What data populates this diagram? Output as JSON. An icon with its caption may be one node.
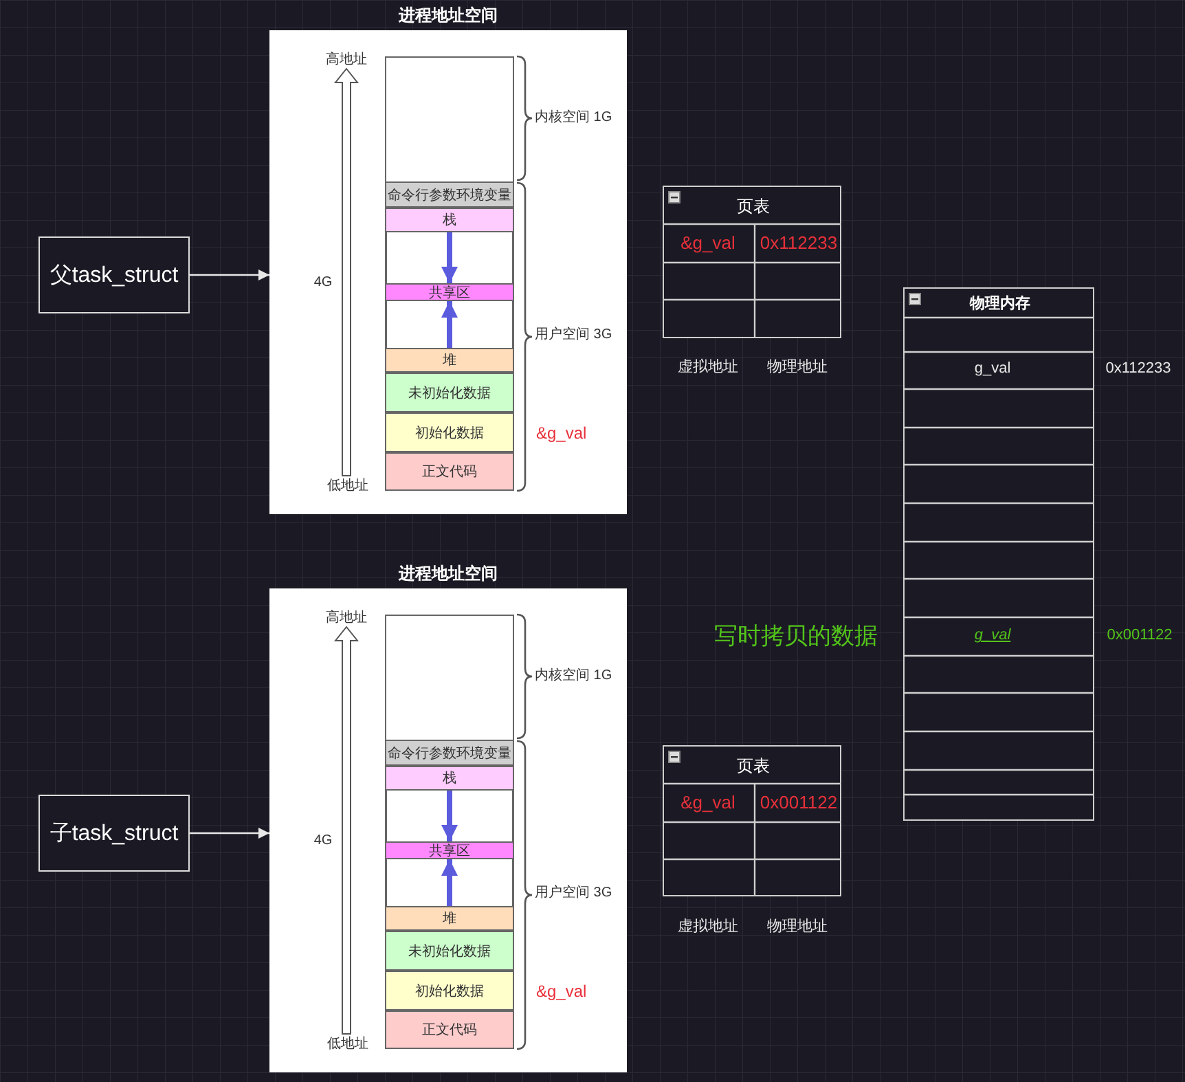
{
  "diagram": {
    "nodes": [
      {
        "text": [
          "父task_struct"
        ]
      },
      {
        "text": [
          "进程地址空间"
        ]
      },
      {
        "text": [],
        "shape": "box",
        "in": 1
      },
      {
        "text": [
          "命令行参数环境变量"
        ],
        "in": 1
      },
      {
        "text": [
          "栈"
        ],
        "in": 1
      },
      {
        "text": [
          "共享区"
        ],
        "in": 1
      },
      {
        "text": [
          "堆"
        ],
        "in": 1
      },
      {
        "text": [
          "未初始化数据"
        ],
        "in": 1
      },
      {
        "text": [
          "初始化数据"
        ],
        "in": 1
      },
      {
        "text": [
          "正文代码"
        ],
        "in": 1
      },
      {
        "text": [
          "页表"
        ]
      },
      {
        "text": [
          "物理内存"
        ],
        "beside": [
          "0x112233",
          "0x001122"
        ]
      },
      {
        "text": [
          "子task_struct"
        ]
      },
      {
        "text": [
          "进程地址空间"
        ]
      },
      {
        "text": [],
        "shape": "box",
        "in": 13
      },
      {
        "text": [
          "命令行参数环境变量"
        ],
        "in": 13
      },
      {
        "text": [
          "栈"
        ],
        "in": 13
      },
      {
        "text": [
          "共享区"
        ],
        "in": 13
      },
      {
        "text": [
          "堆"
        ],
        "in": 13
      },
      {
        "text": [
          "未初始化数据"
        ],
        "in": 13
      },
      {
        "text": [
          "初始化数据"
        ],
        "in": 13
      },
      {
        "text": [
          "正文代码"
        ],
        "in": 13
      },
      {
        "text": [
          "页表"
        ]
      }
    ],
    "edges": [
      {
        "from": 0,
        "to": 1,
        "arrow": "to",
        "color": "#e8e8e8"
      },
      {
        "from": 4,
        "to": 5,
        "arrow": "to"
      },
      {
        "from": 6,
        "to": 5,
        "arrow": "to"
      },
      {
        "from": 12,
        "to": 13,
        "arrow": "to",
        "color": "#e8e8e8"
      },
      {
        "from": 16,
        "to": 17,
        "arrow": "to"
      },
      {
        "from": 18,
        "to": 17,
        "arrow": "to"
      }
    ],
    "labels": [
      "高地址",
      "4G",
      "内核空间 1G",
      "用户空间 3G",
      "&g_val",
      "低地址",
      "&g_val",
      "0x112233",
      "虚拟地址",
      "物理地址",
      "g_val",
      "写时拷贝的数据",
      "g_val",
      "高地址",
      "4G",
      "内核空间 1G",
      "用户空间 3G",
      "&g_val",
      "低地址",
      "&g_val",
      "0x001122",
      "虚拟地址",
      "物理地址"
    ]
  }
}
